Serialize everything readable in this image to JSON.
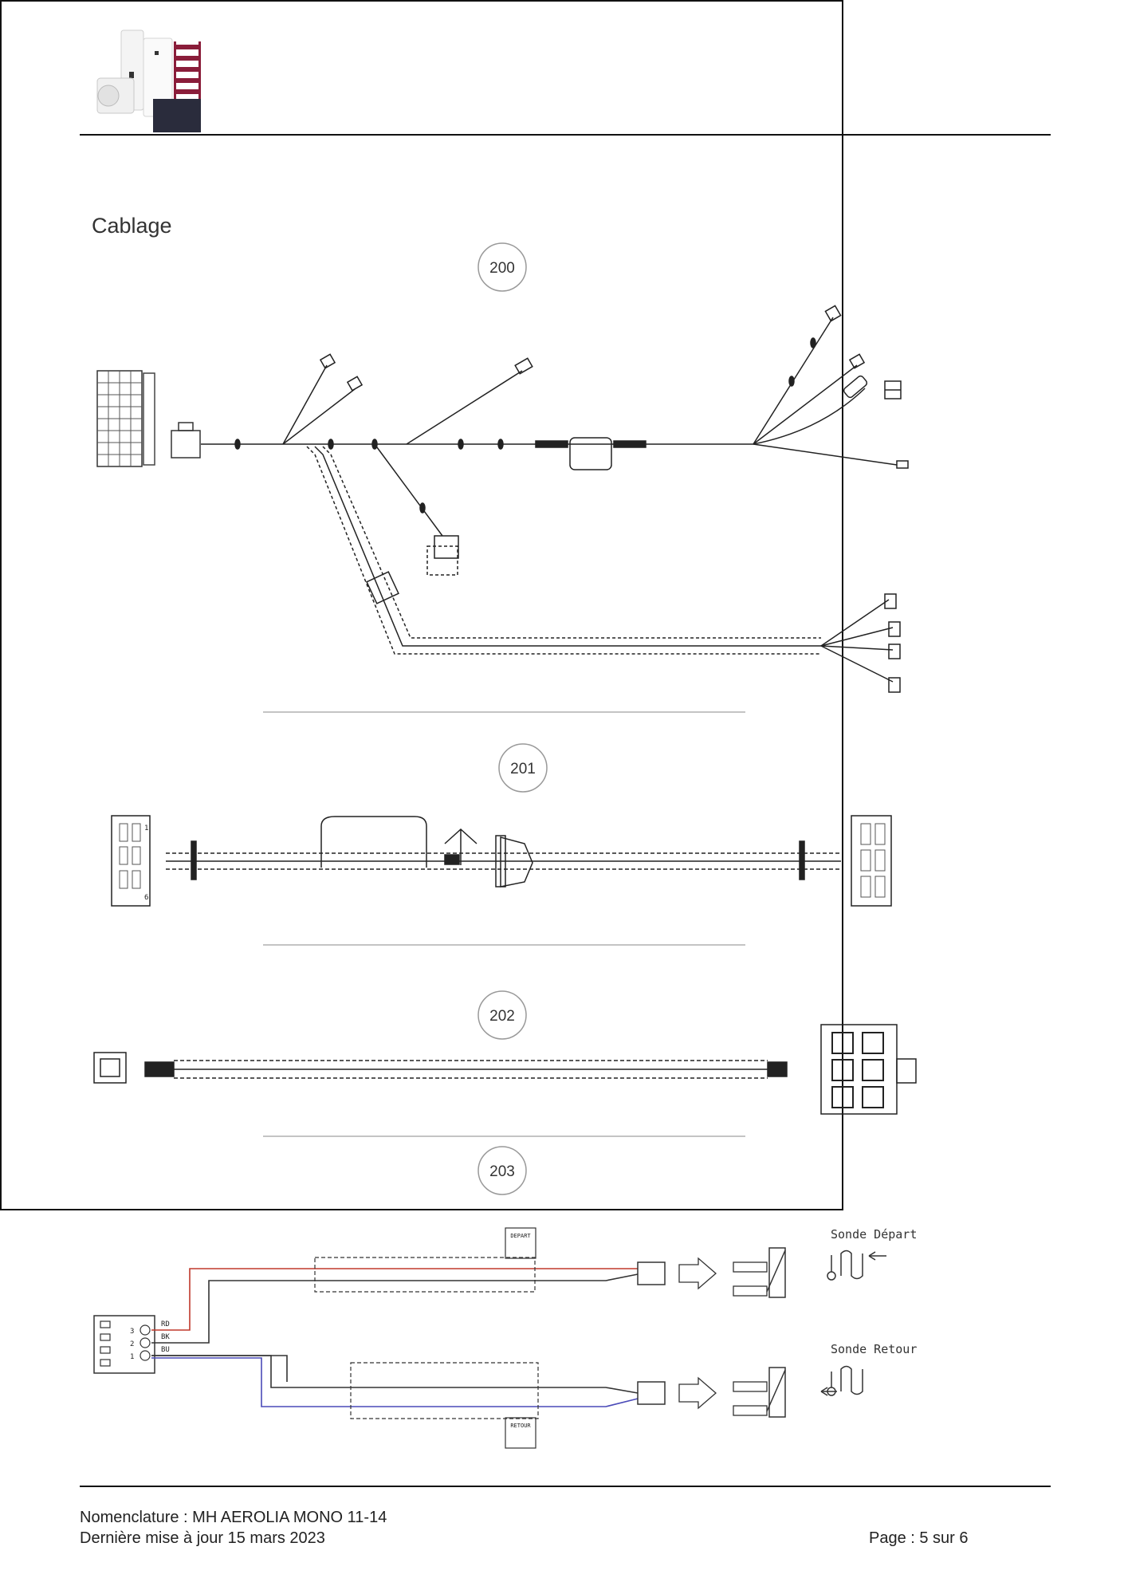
{
  "section_title": "Cablage",
  "items": [
    {
      "ref": "200"
    },
    {
      "ref": "201"
    },
    {
      "ref": "202"
    },
    {
      "ref": "203"
    }
  ],
  "item_203": {
    "wire_labels": [
      "RD",
      "BK",
      "BU"
    ],
    "pin_numbers": [
      "3",
      "2",
      "1"
    ],
    "tag_depart": "DEPART",
    "tag_retour": "RETOUR",
    "sonde_depart": "Sonde Départ",
    "sonde_retour": "Sonde Retour"
  },
  "item_201": {
    "pin_numbers": [
      "1",
      "6"
    ]
  },
  "footer": {
    "nomenclature": "Nomenclature : MH AEROLIA MONO 11-14",
    "updated": "Dernière mise à jour 15 mars 2023",
    "page": "Page : 5 sur 6"
  },
  "colors": {
    "wire_red": "#c0392b",
    "wire_blue": "#4a4ab8",
    "wire_black": "#333333",
    "logo_radiator": "#8a1d3a",
    "logo_panel": "#2a2c3c"
  }
}
